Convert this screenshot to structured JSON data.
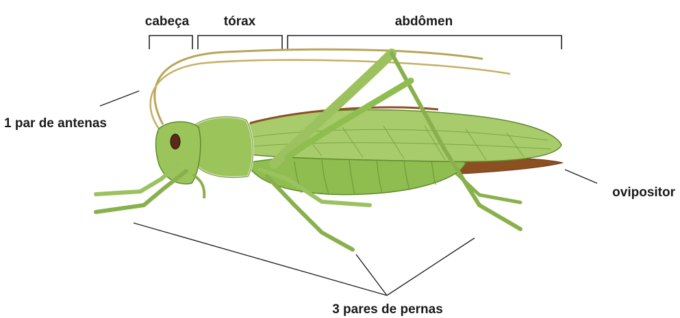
{
  "labels": {
    "head": "cabeça",
    "thorax": "tórax",
    "abdomen": "abdômen",
    "antennae": "1 par de antenas",
    "ovipositor": "ovipositor",
    "legs": "3 pares de pernas"
  },
  "colors": {
    "body_green": "#9bc45a",
    "body_dark_green": "#6f9a36",
    "wing_green": "#a8cc6c",
    "wing_edge": "#8b4f22",
    "leg_line": "#4a6a20",
    "label_text": "#1a1a1a"
  }
}
